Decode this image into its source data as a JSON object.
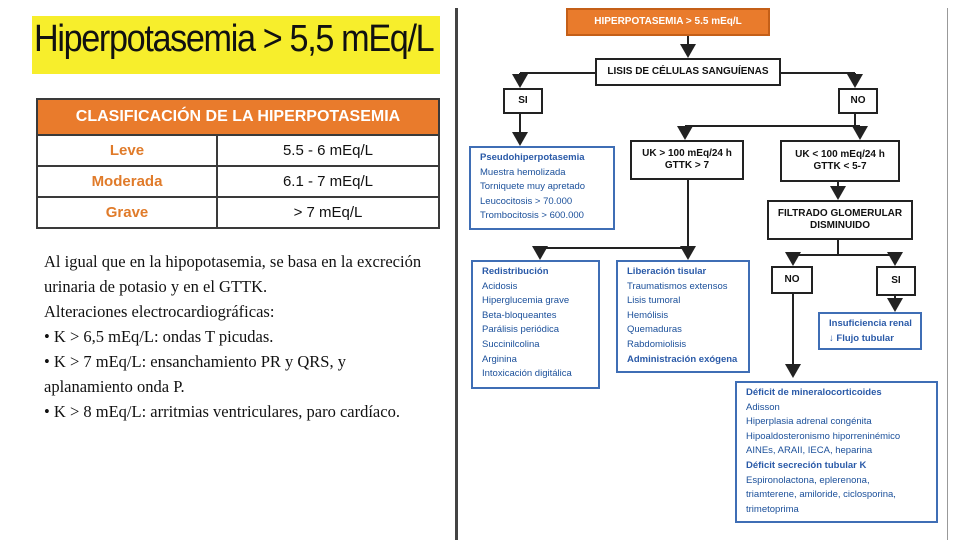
{
  "title": "Hiperpotasemia > 5,5 mEq/L",
  "table": {
    "header": "CLASIFICACIÓN DE LA HIPERPOTASEMIA",
    "rows": [
      {
        "level": "Leve",
        "value": "5.5 - 6 mEq/L"
      },
      {
        "level": "Moderada",
        "value": "6.1 - 7 mEq/L"
      },
      {
        "level": "Grave",
        "value": "> 7 mEq/L"
      }
    ]
  },
  "description": {
    "p1": "Al igual que en la hipopotasemia, se basa en la excreción urinaria de potasio y en el GTTK.",
    "p2": "Alteraciones electrocardiográficas:",
    "b1": "• K > 6,5 mEq/L: ondas T picudas.",
    "b2": "• K > 7 mEq/L: ensanchamiento PR y QRS, y aplanamiento onda P.",
    "b3": "• K > 8 mEq/L: arritmias ventriculares, paro cardíaco."
  },
  "flow": {
    "top": "HIPERPOTASEMIA > 5.5 mEq/L",
    "lisis": "LISIS DE CÉLULAS SANGUÍENAS",
    "si1": "SI",
    "no1": "NO",
    "uk_high_1": "UK > 100 mEq/24 h",
    "uk_high_2": "GTTK > 7",
    "uk_low_1": "UK < 100 mEq/24 h",
    "uk_low_2": "GTTK < 5-7",
    "filtrado_1": "FILTRADO GLOMERULAR",
    "filtrado_2": "DISMINUIDO",
    "no2": "NO",
    "si2": "SI",
    "pseudo": [
      "Pseudohiperpotasemia",
      "Muestra hemolizada",
      "Torniquete muy apretado",
      "Leucocitosis > 70.000",
      "Trombocitosis > 600.000"
    ],
    "redistribucion": [
      "Redistribución",
      "Acidosis",
      "Hiperglucemia grave",
      "Beta-bloqueantes",
      "Parálisis periódica",
      "Succinilcolina",
      "Arginina",
      "Intoxicación digitálica"
    ],
    "liberacion": [
      "Liberación tisular",
      "Traumatismos extensos",
      "Lisis tumoral",
      "Hemólisis",
      "Quemaduras",
      "Rabdomiolisis",
      "Administración exógena"
    ],
    "insuf": [
      "Insuficiencia renal",
      "↓ Flujo tubular"
    ],
    "deficit": [
      "Déficit de mineralocorticoides",
      "Adisson",
      "Hiperplasia adrenal congénita",
      "Hipoaldosteronismo hiporreninémico",
      "AINEs, ARAII, IECA, heparina",
      "Déficit secreción tubular K",
      "Espironolactona, eplerenona,",
      "triamterene, amiloride, ciclosporina,",
      "trimetoprima"
    ]
  },
  "colors": {
    "title_bg": "#f7ee2c",
    "accent_orange": "#e97b2c",
    "list_blue": "#3f6eb5"
  }
}
